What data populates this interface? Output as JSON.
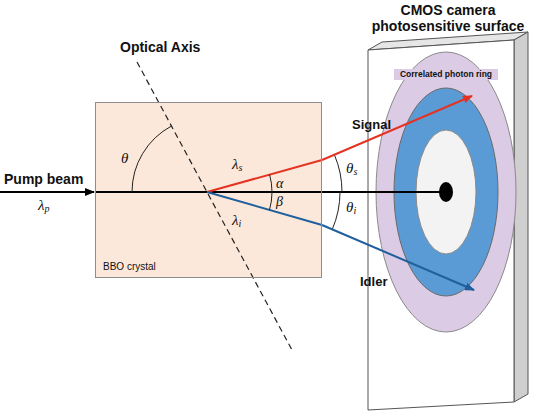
{
  "diagram": {
    "nodes": [
      {
        "text": [
          "BBO crystal"
        ]
      },
      {
        "text": [
          "CMOS camera photosensitive surface",
          "Correlated photon ring"
        ]
      }
    ],
    "edges": [
      {
        "from": 0,
        "to": 1,
        "arrow": "to",
        "label": "Signal"
      },
      {
        "from": 0,
        "to": 1,
        "arrow": "to",
        "label": "Idler"
      }
    ],
    "labels": [
      "Optical Axis",
      "Pump beam",
      "λp",
      "θ",
      "λs",
      "α",
      "β",
      "λi",
      "θs",
      "θi"
    ]
  }
}
